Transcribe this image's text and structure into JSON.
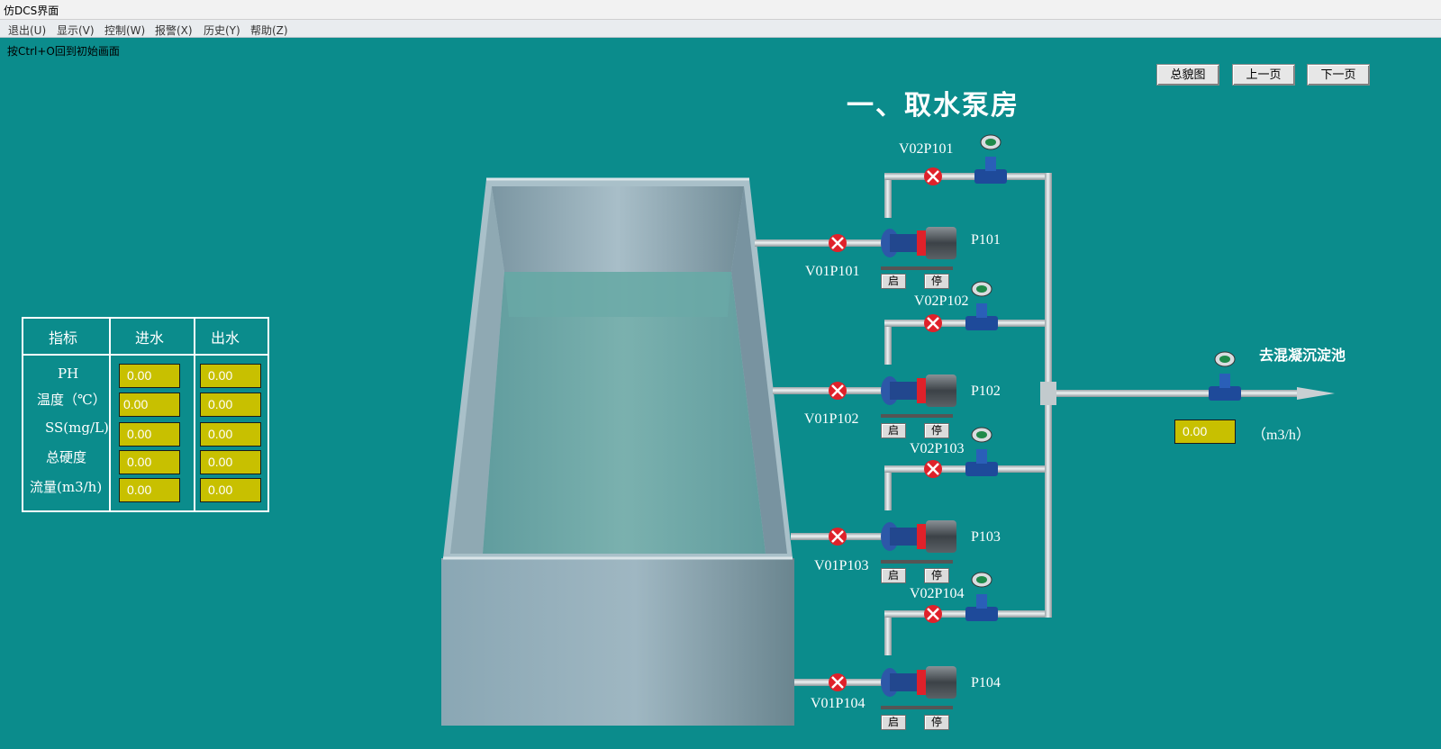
{
  "window": {
    "title": "仿DCS界面"
  },
  "menu": [
    "退出(U)",
    "显示(V)",
    "控制(W)",
    "报警(X)",
    "历史(Y)",
    "帮助(Z)"
  ],
  "hint": "按Ctrl+O回到初始画面",
  "nav": {
    "overview": "总貌图",
    "prev": "上一页",
    "next": "下一页"
  },
  "page_title": "一、取水泵房",
  "table": {
    "headers": [
      "指标",
      "进水",
      "出水"
    ],
    "rows": [
      {
        "label": "PH",
        "in": "0.00",
        "out": "0.00"
      },
      {
        "label": "温度（℃）",
        "in": "0.00",
        "out": "0.00"
      },
      {
        "label": "SS(mg/L)",
        "in": "0.00",
        "out": "0.00"
      },
      {
        "label": "总硬度",
        "in": "0.00",
        "out": "0.00"
      },
      {
        "label": "流量(m3/h)",
        "in": "0.00",
        "out": "0.00"
      }
    ]
  },
  "pumps": [
    {
      "name": "P101",
      "v01": "V01P101",
      "v02": "V02P101",
      "start": "启",
      "stop": "停"
    },
    {
      "name": "P102",
      "v01": "V01P102",
      "v02": "V02P102",
      "start": "启",
      "stop": "停"
    },
    {
      "name": "P103",
      "v01": "V01P103",
      "v02": "V02P103",
      "start": "启",
      "stop": "停"
    },
    {
      "name": "P104",
      "v01": "V01P104",
      "v02": "V02P104",
      "start": "启",
      "stop": "停"
    }
  ],
  "outlet": {
    "destination": "去混凝沉淀池",
    "flow": "0.00",
    "unit": "（m3/h）"
  },
  "colors": {
    "background": "#0b8c8c",
    "value_box": "#c8c000",
    "valve_red": "#e0212a"
  }
}
